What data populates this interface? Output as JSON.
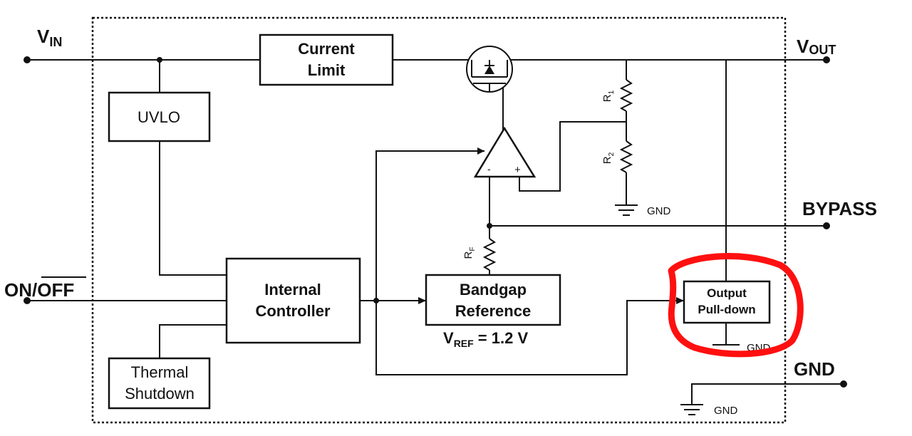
{
  "pins": {
    "vin": "V",
    "vin_sub": "IN",
    "vout": "V",
    "vout_sub": "OUT",
    "bypass": "BYPASS",
    "onoff_on": "ON/",
    "onoff_off": "OFF",
    "gnd": "GND"
  },
  "blocks": {
    "current_limit": [
      "Current",
      "Limit"
    ],
    "uvlo": "UVLO",
    "internal_controller": [
      "Internal",
      "Controller"
    ],
    "bandgap": [
      "Bandgap",
      "Reference"
    ],
    "thermal": [
      "Thermal",
      "Shutdown"
    ],
    "pulldown": [
      "Output",
      "Pull-down"
    ]
  },
  "components": {
    "r1": "R",
    "r1_sub": "1",
    "r2": "R",
    "r2_sub": "2",
    "rf": "R",
    "rf_sub": "F",
    "opamp_minus": "-",
    "opamp_plus": "+",
    "gnd_label": "GND"
  },
  "vref": {
    "v": "V",
    "sub": "REF",
    "value": " = 1.2 V"
  },
  "colors": {
    "line": "#111111",
    "highlight": "#ff1010"
  }
}
